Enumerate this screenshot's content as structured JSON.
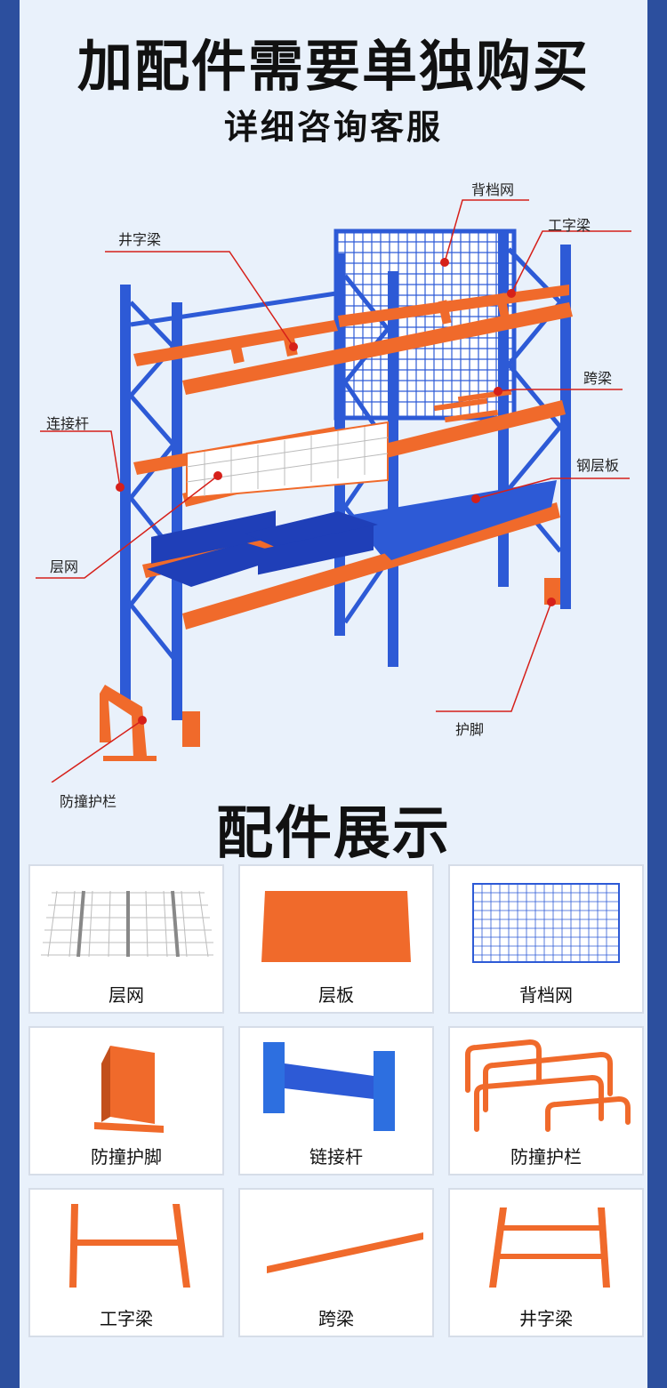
{
  "header": {
    "title": "加配件需要单独购买",
    "subtitle": "详细咨询客服"
  },
  "callouts": [
    {
      "id": "back-mesh",
      "label": "背档网"
    },
    {
      "id": "i-beam",
      "label": "工字梁"
    },
    {
      "id": "well-beam",
      "label": "井字梁"
    },
    {
      "id": "span-beam",
      "label": "跨梁"
    },
    {
      "id": "connector",
      "label": "连接杆"
    },
    {
      "id": "steel-shelf",
      "label": "钢层板"
    },
    {
      "id": "wire-deck",
      "label": "层网"
    },
    {
      "id": "foot-guard",
      "label": "护脚"
    },
    {
      "id": "guardrail",
      "label": "防撞护栏"
    }
  ],
  "section": {
    "title": "配件展示"
  },
  "accessories": [
    {
      "label": "层网",
      "icon": "wire-deck-icon"
    },
    {
      "label": "层板",
      "icon": "shelf-panel-icon"
    },
    {
      "label": "背档网",
      "icon": "back-mesh-icon"
    },
    {
      "label": "防撞护脚",
      "icon": "column-guard-icon"
    },
    {
      "label": "链接杆",
      "icon": "connector-bar-icon"
    },
    {
      "label": "防撞护栏",
      "icon": "guardrail-icon"
    },
    {
      "label": "工字梁",
      "icon": "i-beam-icon"
    },
    {
      "label": "跨梁",
      "icon": "span-beam-icon"
    },
    {
      "label": "井字梁",
      "icon": "well-beam-icon"
    }
  ],
  "colors": {
    "frame_blue": "#2d5ad6",
    "beam_orange": "#f06a2b",
    "border_blue": "#2c4f9e",
    "panel_bg": "#e9f1fb",
    "callout_red": "#d6201a"
  }
}
